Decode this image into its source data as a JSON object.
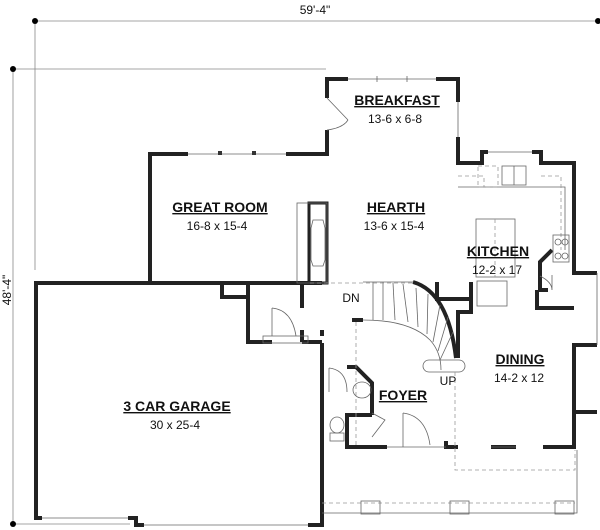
{
  "dimensions": {
    "width": "59'-4\"",
    "depth": "48'-4\""
  },
  "rooms": [
    {
      "id": "breakfast",
      "name": "BREAKFAST",
      "size": "13-6 x 6-8"
    },
    {
      "id": "great-room",
      "name": "GREAT ROOM",
      "size": "16-8 x 15-4"
    },
    {
      "id": "hearth",
      "name": "HEARTH",
      "size": "13-6 x 15-4"
    },
    {
      "id": "kitchen",
      "name": "KITCHEN",
      "size": "12-2 x 17"
    },
    {
      "id": "dining",
      "name": "DINING",
      "size": "14-2 x 12"
    },
    {
      "id": "foyer",
      "name": "FOYER"
    },
    {
      "id": "garage",
      "name": "3 CAR GARAGE",
      "size": "30 x 25-4"
    }
  ],
  "stairs": {
    "down": "DN",
    "up": "UP"
  }
}
